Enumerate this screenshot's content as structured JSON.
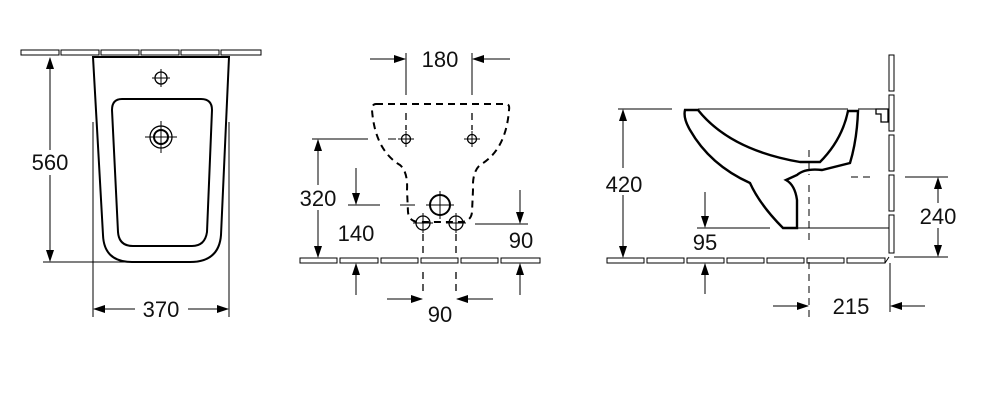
{
  "views": {
    "top_view": {
      "depth_label": "560",
      "width_label": "370"
    },
    "wall_view": {
      "fixing_spacing_label": "180",
      "fixing_height_label": "320",
      "drain_height_label": "140",
      "water_height_label": "90",
      "water_spacing_label": "90"
    },
    "side_view": {
      "rim_height_label": "420",
      "outlet_height_label": "240",
      "underside_label": "95",
      "outlet_projection_label": "215"
    }
  },
  "colors": {
    "line": "#000000",
    "background": "#ffffff"
  }
}
